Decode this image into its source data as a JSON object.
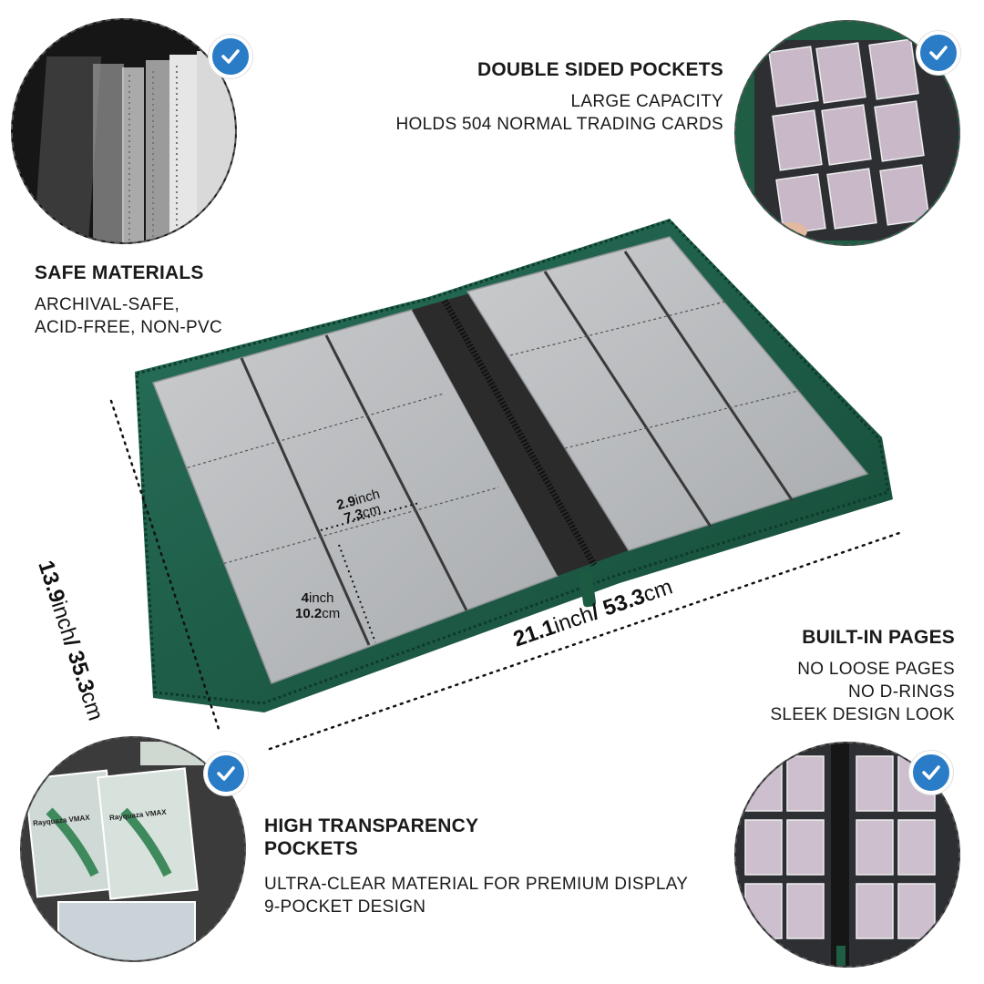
{
  "features": {
    "double_sided": {
      "title": "DOUBLE SIDED POCKETS",
      "line1": "LARGE CAPACITY",
      "line2": "HOLDS 504 NORMAL TRADING CARDS"
    },
    "safe": {
      "title": "SAFE MATERIALS",
      "line1": "ARCHIVAL-SAFE,",
      "line2": "ACID-FREE, NON-PVC"
    },
    "built_in": {
      "title": "BUILT-IN PAGES",
      "line1": "NO LOOSE PAGES",
      "line2": "NO D-RINGS",
      "line3": "SLEEK DESIGN LOOK"
    },
    "transparency": {
      "title_line1": "HIGH TRANSPARENCY",
      "title_line2": "POCKETS",
      "line1": "ULTRA-CLEAR MATERIAL FOR PREMIUM DISPLAY",
      "line2": "9-POCKET DESIGN"
    }
  },
  "dimensions": {
    "height_in": "13.9",
    "height_in_unit": "inch",
    "height_cm": "35.3",
    "height_cm_unit": "cm",
    "width_in": "21.1",
    "width_in_unit": "inch",
    "width_cm": "53.3",
    "width_cm_unit": "cm",
    "pocket_w_in": "2.9",
    "pocket_w_in_unit": "inch",
    "pocket_w_cm": "7.3",
    "pocket_w_cm_unit": "cm",
    "pocket_h_in": "4",
    "pocket_h_in_unit": "inch",
    "pocket_h_cm": "10.2",
    "pocket_h_cm_unit": "cm",
    "separator": "/"
  },
  "card_labels": {
    "card1_name": "Rayquaza VMAX",
    "card2_name": "Rayquaza VMAX"
  },
  "colors": {
    "binder_green": "#1f5e45",
    "pocket_grey": "#b9bcbe",
    "check_blue": "#2a7cc7"
  },
  "icons": [
    "check-icon"
  ]
}
